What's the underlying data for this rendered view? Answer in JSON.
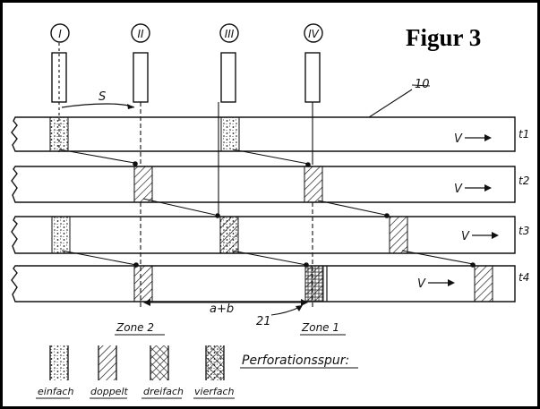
{
  "figure_title": "Figur 3",
  "ref_numeral": "10",
  "heads": [
    "I",
    "II",
    "III",
    "IV"
  ],
  "rows": [
    {
      "time": "t1",
      "velocity": "V"
    },
    {
      "time": "t2",
      "velocity": "V"
    },
    {
      "time": "t3",
      "velocity": "V"
    },
    {
      "time": "t4",
      "velocity": "V"
    }
  ],
  "dimensions": {
    "s": "S",
    "a_plus_b": "a+b",
    "ref21": "21"
  },
  "zones": [
    "Zone 2",
    "Zone 1"
  ],
  "legend": {
    "title": "Perforationsspur:",
    "items": [
      "einfach",
      "doppelt",
      "dreifach",
      "vierfach"
    ]
  },
  "colors": {
    "background": "#000000",
    "paper": "#ffffff",
    "ink": "#111111"
  }
}
